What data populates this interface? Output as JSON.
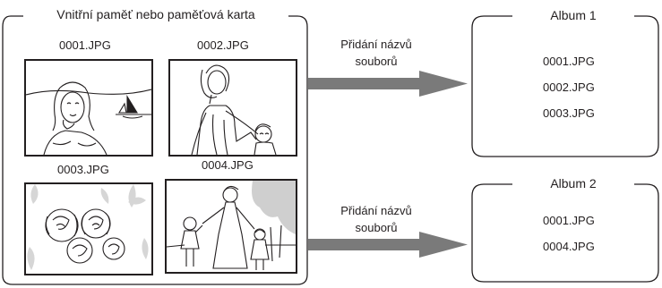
{
  "source": {
    "title": "Vnitřní paměť nebo paměťová karta",
    "photos": [
      {
        "filename": "0001.JPG",
        "icon": "woman-sailboat-photo"
      },
      {
        "filename": "0002.JPG",
        "icon": "mother-child-photo"
      },
      {
        "filename": "0003.JPG",
        "icon": "flowers-photo"
      },
      {
        "filename": "0004.JPG",
        "icon": "family-park-photo"
      }
    ]
  },
  "arrows": [
    {
      "label_line1": "Přidání názvů",
      "label_line2": "souborů"
    },
    {
      "label_line1": "Přidání názvů",
      "label_line2": "souborů"
    }
  ],
  "albums": [
    {
      "title": "Album 1",
      "files": [
        "0001.JPG",
        "0002.JPG",
        "0003.JPG"
      ]
    },
    {
      "title": "Album 2",
      "files": [
        "0001.JPG",
        "0004.JPG"
      ]
    }
  ],
  "colors": {
    "line": "#231f20",
    "arrow": "#7a7a7a"
  }
}
